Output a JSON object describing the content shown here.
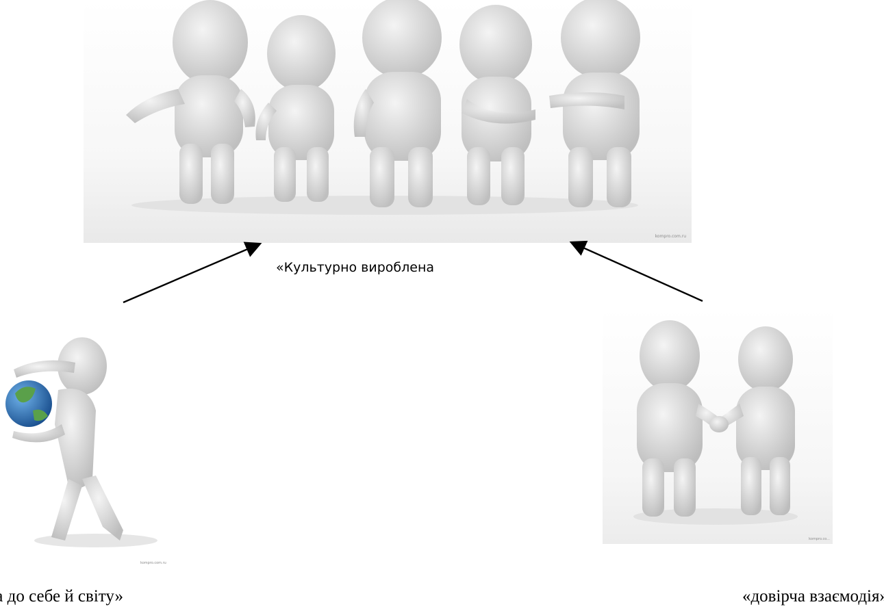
{
  "diagram": {
    "center_caption": "«Культурно вироблена",
    "left_caption": "віра до себе й світу»",
    "right_caption": "«довірча взаємодія»",
    "group_watermark": "kompro.com.ru",
    "self_watermark": "kompro.com.ru",
    "pair_watermark": "kompro.co..."
  },
  "colors": {
    "figure_fill": "#d8d8d8",
    "figure_shade": "#bdbdbd",
    "arrow": "#000000",
    "globe_ocean": "#2a6fb8",
    "globe_land": "#5aa04a"
  },
  "icons": {
    "group": "people-group-icon",
    "self": "person-holding-globe-icon",
    "pair": "handshake-icon"
  }
}
